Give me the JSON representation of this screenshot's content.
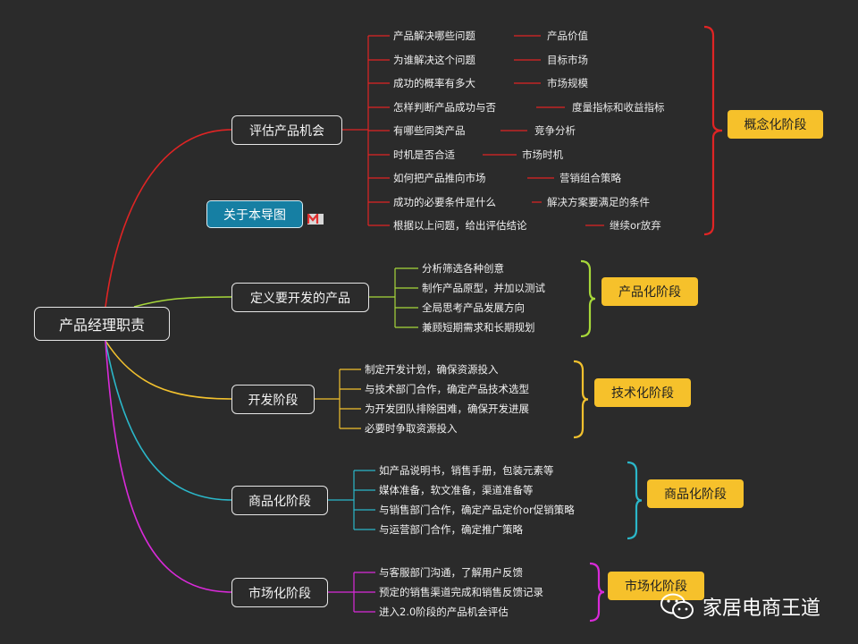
{
  "root": {
    "label": "产品经理职责"
  },
  "about": {
    "label": "关于本导图"
  },
  "branches": [
    {
      "label": "评估产品机会",
      "color": "#e02424",
      "stage": "概念化阶段",
      "items": [
        {
          "text": "产品解决哪些问题",
          "note": "产品价值"
        },
        {
          "text": "为谁解决这个问题",
          "note": "目标市场"
        },
        {
          "text": "成功的概率有多大",
          "note": "市场规模"
        },
        {
          "text": "怎样判断产品成功与否",
          "note": "度量指标和收益指标"
        },
        {
          "text": "有哪些同类产品",
          "note": "竞争分析"
        },
        {
          "text": "时机是否合适",
          "note": "市场时机"
        },
        {
          "text": "如何把产品推向市场",
          "note": "营销组合策略"
        },
        {
          "text": "成功的必要条件是什么",
          "note": "解决方案要满足的条件"
        },
        {
          "text": "根据以上问题，给出评估结论",
          "note": "继续or放弃"
        }
      ]
    },
    {
      "label": "定义要开发的产品",
      "color": "#a7d83a",
      "stage": "产品化阶段",
      "items": [
        {
          "text": "分析筛选各种创意"
        },
        {
          "text": "制作产品原型，并加以测试"
        },
        {
          "text": "全局思考产品发展方向"
        },
        {
          "text": "兼顾短期需求和长期规划"
        }
      ]
    },
    {
      "label": "开发阶段",
      "color": "#f2c12e",
      "stage": "技术化阶段",
      "items": [
        {
          "text": "制定开发计划，确保资源投入"
        },
        {
          "text": "与技术部门合作，确定产品技术选型"
        },
        {
          "text": "为开发团队排除困难，确保开发进展"
        },
        {
          "text": "必要时争取资源投入"
        }
      ]
    },
    {
      "label": "商品化阶段",
      "color": "#2bb7c9",
      "stage": "商品化阶段",
      "items": [
        {
          "text": "如产品说明书，销售手册，包装元素等"
        },
        {
          "text": "媒体准备，软文准备，渠道准备等"
        },
        {
          "text": "与销售部门合作，确定产品定价or促销策略"
        },
        {
          "text": "与运营部门合作，确定推广策略"
        }
      ]
    },
    {
      "label": "市场化阶段",
      "color": "#d92ad9",
      "stage": "市场化阶段",
      "items": [
        {
          "text": "与客服部门沟通，了解用户反馈"
        },
        {
          "text": "预定的销售渠道完成和销售反馈记录"
        },
        {
          "text": "进入2.0阶段的产品机会评估"
        }
      ]
    }
  ],
  "watermark": {
    "text": "家居电商王道",
    "icon": "wechat-icon"
  }
}
